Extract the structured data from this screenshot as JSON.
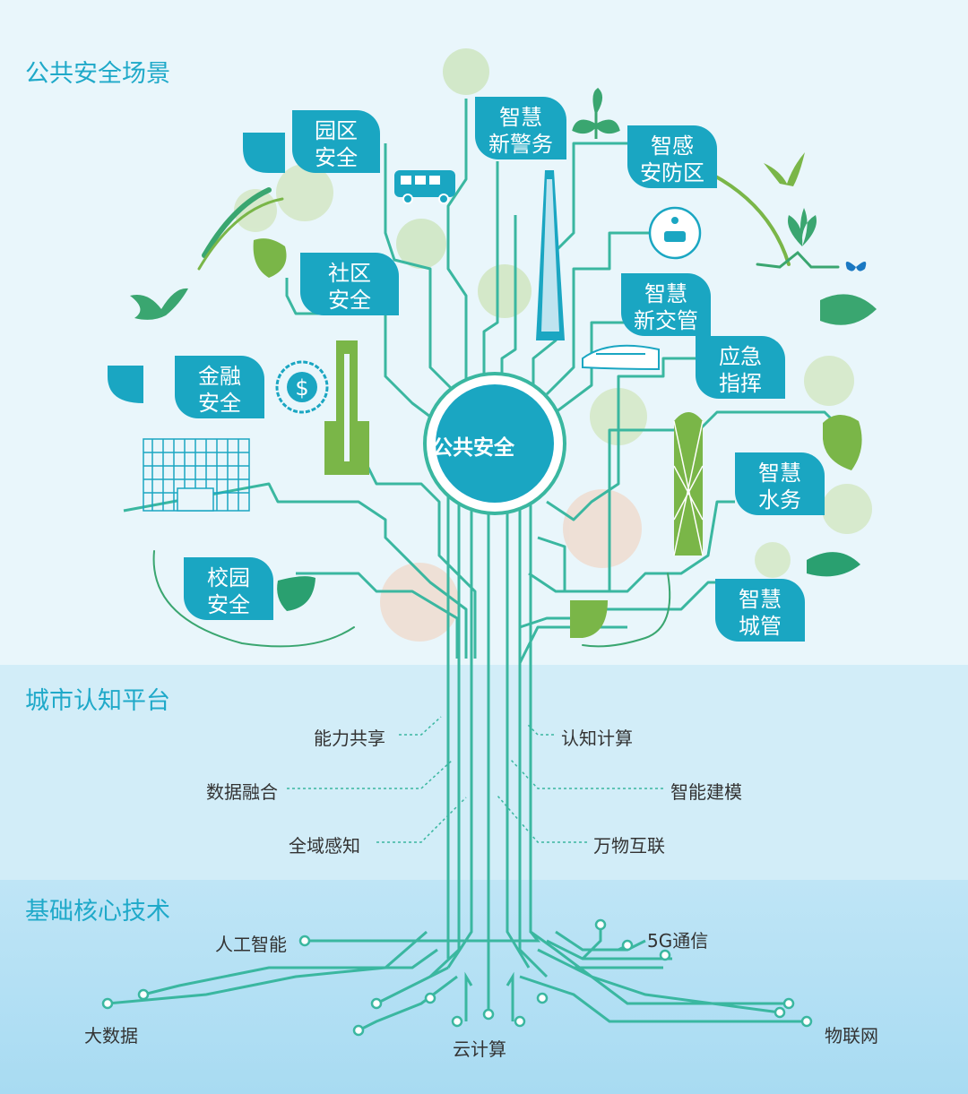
{
  "sections": {
    "top": "公共安全场景",
    "middle": "城市认知平台",
    "bottom": "基础核心技术"
  },
  "center": "公共安全",
  "scenes": {
    "yuanqu": [
      "园区",
      "安全"
    ],
    "jingwu": [
      "智慧",
      "新警务"
    ],
    "fangqu": [
      "智感",
      "安防区"
    ],
    "shequ": [
      "社区",
      "安全"
    ],
    "jiaoguan": [
      "智慧",
      "新交管"
    ],
    "zhihui": [
      "应急",
      "指挥"
    ],
    "jinrong": [
      "金融",
      "安全"
    ],
    "shuiwu": [
      "智慧",
      "水务"
    ],
    "xiaoyuan": [
      "校园",
      "安全"
    ],
    "chengguan": [
      "智慧",
      "城管"
    ]
  },
  "platform": {
    "left": [
      "能力共享",
      "数据融合",
      "全域感知"
    ],
    "right": [
      "认知计算",
      "智能建模",
      "万物互联"
    ]
  },
  "core": {
    "ai": "人工智能",
    "bigdata": "大数据",
    "cloud": "云计算",
    "five_g": "5G通信",
    "iot": "物联网"
  },
  "colors": {
    "teal": "#1aa6c2",
    "circuit": "#3ab7a0",
    "green": "#7ab648",
    "band_top": "#e8f5fb",
    "band_mid": "#d0ecf8",
    "band_bottom": "#b8e2f5"
  }
}
